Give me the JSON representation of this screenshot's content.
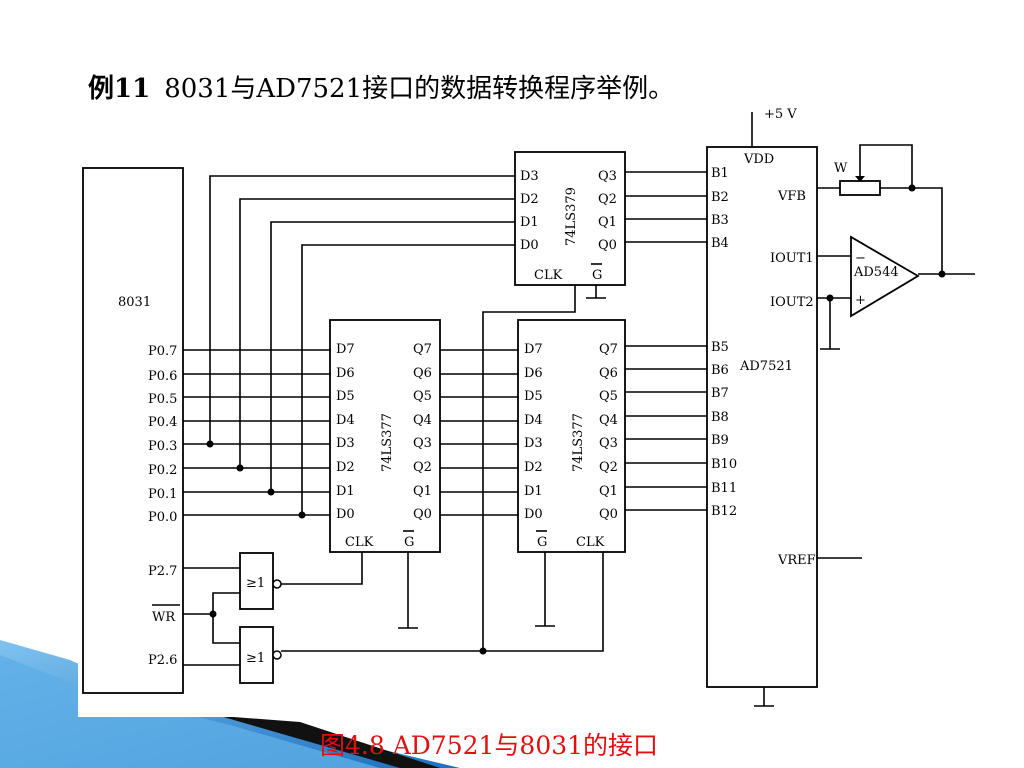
{
  "title": {
    "example": "例11",
    "text": "8031与AD7521接口的数据转换程序举例。"
  },
  "caption": "图4.8  AD7521与8031的接口",
  "colors": {
    "caption": "#e01010",
    "accent_blue": "#3a8fd8"
  },
  "chips": {
    "mcu": {
      "name": "8031",
      "pins": [
        "P0.7",
        "P0.6",
        "P0.5",
        "P0.4",
        "P0.3",
        "P0.2",
        "P0.1",
        "P0.0",
        "P2.7",
        "WR",
        "P2.6"
      ]
    },
    "latch1": {
      "name": "74LS377",
      "inputs": [
        "D7",
        "D6",
        "D5",
        "D4",
        "D3",
        "D2",
        "D1",
        "D0"
      ],
      "outputs": [
        "Q7",
        "Q6",
        "Q5",
        "Q4",
        "Q3",
        "Q2",
        "Q1",
        "Q0"
      ],
      "clk": "CLK",
      "g": "G"
    },
    "latch2": {
      "name": "74LS377",
      "inputs": [
        "D7",
        "D6",
        "D5",
        "D4",
        "D3",
        "D2",
        "D1",
        "D0"
      ],
      "outputs": [
        "Q7",
        "Q6",
        "Q5",
        "Q4",
        "Q3",
        "Q2",
        "Q1",
        "Q0"
      ],
      "clk": "CLK",
      "g": "G"
    },
    "latch3": {
      "name": "74LS379",
      "inputs": [
        "D3",
        "D2",
        "D1",
        "D0"
      ],
      "outputs": [
        "Q3",
        "Q2",
        "Q1",
        "Q0"
      ],
      "clk": "CLK",
      "g": "G"
    },
    "dac": {
      "name": "AD7521",
      "bits": [
        "B1",
        "B2",
        "B3",
        "B4",
        "B5",
        "B6",
        "B7",
        "B8",
        "B9",
        "B10",
        "B11",
        "B12"
      ],
      "vdd": "VDD",
      "vfb": "VFB",
      "iout1": "IOUT1",
      "iout2": "IOUT2",
      "vref": "VREF"
    },
    "opamp": {
      "name": "AD544",
      "minus": "−",
      "plus": "+"
    },
    "gate1": {
      "symbol": "≥1"
    },
    "gate2": {
      "symbol": "≥1"
    }
  },
  "supply": "+5 V",
  "pot": "W"
}
